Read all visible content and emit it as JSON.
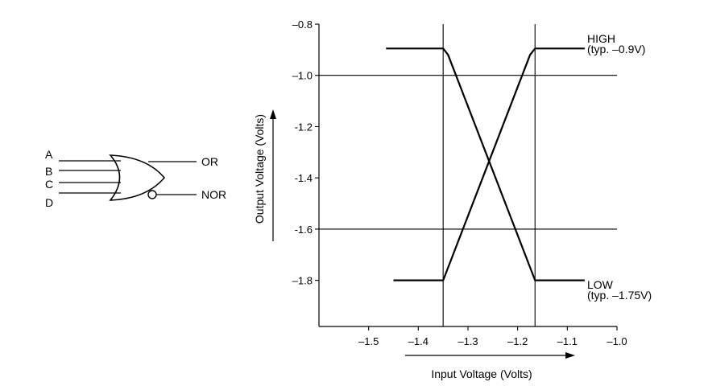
{
  "gate": {
    "inputs": [
      "A",
      "B",
      "C",
      "D"
    ],
    "outputs": {
      "or": "OR",
      "nor": "NOR"
    }
  },
  "chart_data": {
    "type": "line",
    "xlabel": "Input Voltage (Volts)",
    "ylabel": "Output Voltage (Volts)",
    "xlim": [
      -1.6,
      -1.0
    ],
    "ylim": [
      -1.98,
      -0.8
    ],
    "x_ticks": [
      {
        "value": -1.5,
        "label": "–1.5"
      },
      {
        "value": -1.4,
        "label": "–1.4"
      },
      {
        "value": -1.3,
        "label": "–1.3"
      },
      {
        "value": -1.2,
        "label": "–1.2"
      },
      {
        "value": -1.1,
        "label": "–1.1"
      },
      {
        "value": -1.0,
        "label": "–1.0"
      }
    ],
    "y_ticks": [
      {
        "value": -0.8,
        "label": "–0.8"
      },
      {
        "value": -1.0,
        "label": "–1.0"
      },
      {
        "value": -1.2,
        "label": "-1.2"
      },
      {
        "value": -1.4,
        "label": "-1.4"
      },
      {
        "value": -1.6,
        "label": "-1.6"
      },
      {
        "value": -1.8,
        "label": "–1.8"
      }
    ],
    "reference_lines": {
      "vertical_x": [
        -1.35,
        -1.165
      ],
      "horizontal_y": [
        -1.0,
        -1.6
      ]
    },
    "series": [
      {
        "role": "falling",
        "x": [
          -1.465,
          -1.35,
          -1.34,
          -1.165,
          -1.065
        ],
        "y": [
          -0.895,
          -0.895,
          -0.92,
          -1.8,
          -1.8
        ]
      },
      {
        "role": "rising",
        "x": [
          -1.45,
          -1.35,
          -1.175,
          -1.165,
          -1.065
        ],
        "y": [
          -1.8,
          -1.8,
          -0.92,
          -0.895,
          -0.895
        ]
      }
    ],
    "annotations": [
      {
        "text": "HIGH",
        "x": -1.06,
        "y": -0.86
      },
      {
        "text": "(typ. –0.9V)",
        "x": -1.06,
        "y": -0.9
      },
      {
        "text": "LOW",
        "x": -1.06,
        "y": -1.82
      },
      {
        "text": "(typ. –1.75V)",
        "x": -1.06,
        "y": -1.86
      }
    ]
  }
}
